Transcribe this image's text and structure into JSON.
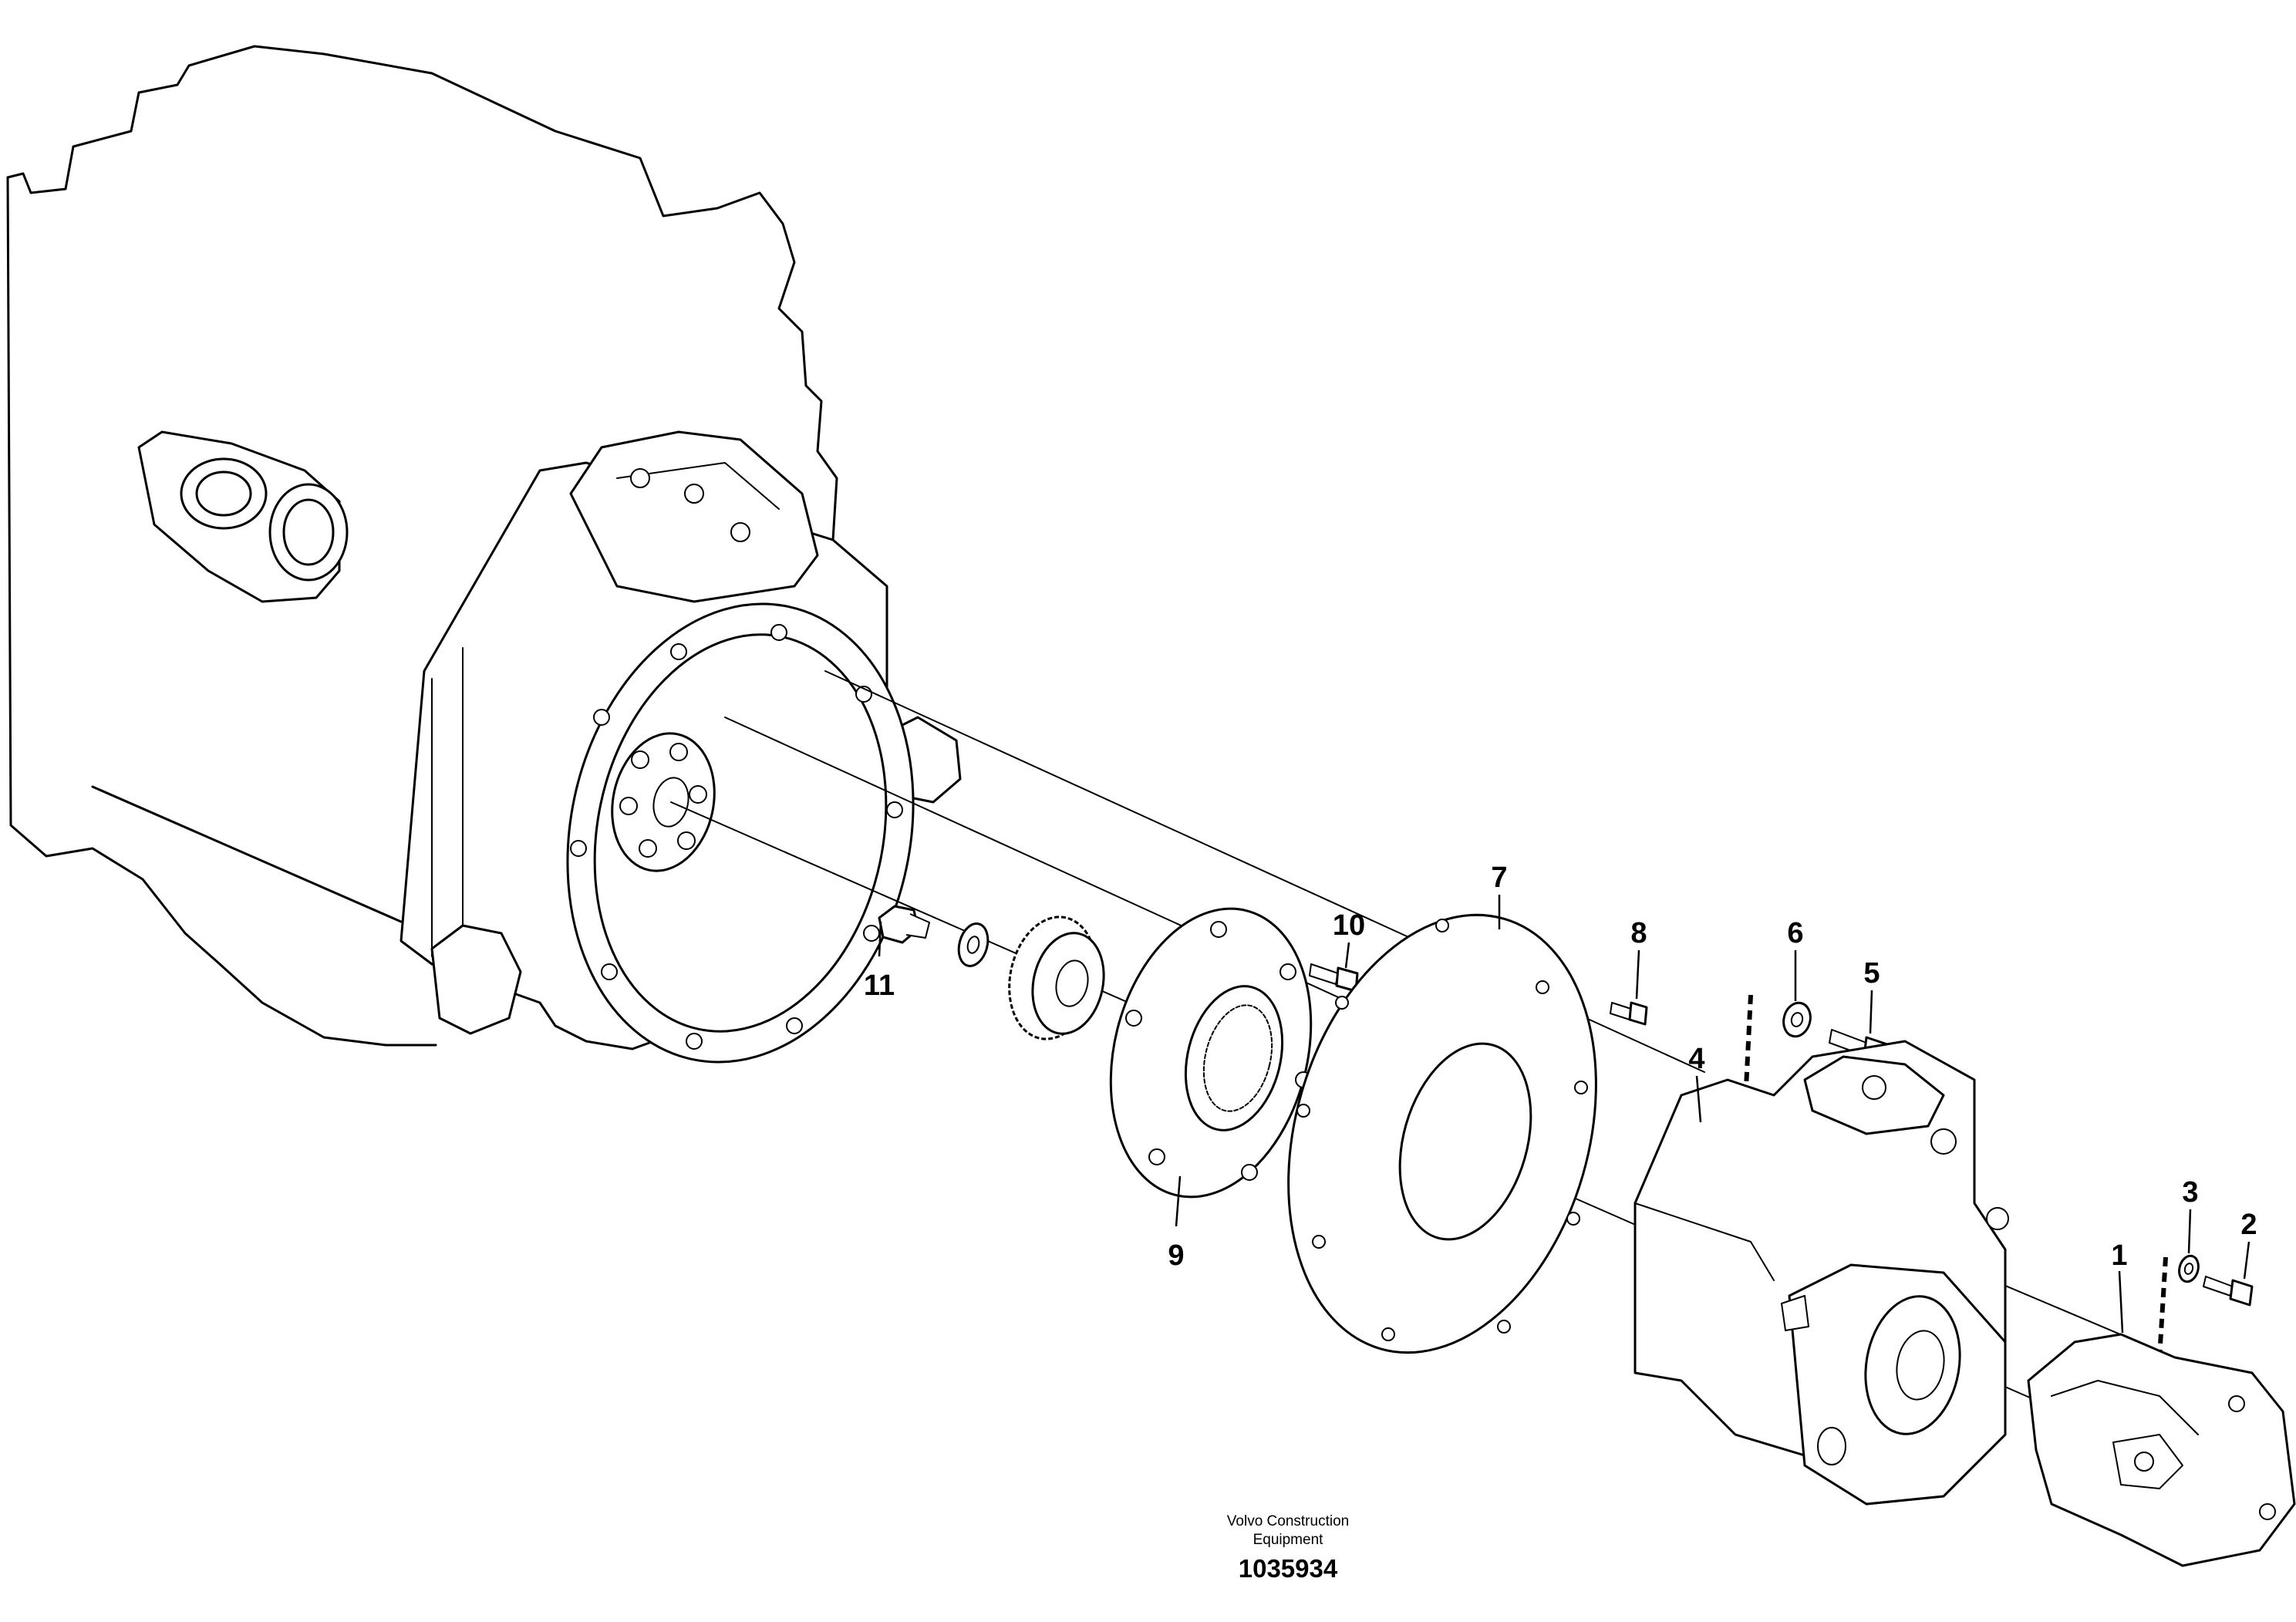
{
  "part_labels": {
    "p1": "1",
    "p2": "2",
    "p3": "3",
    "p4": "4",
    "p5": "5",
    "p6": "6",
    "p7": "7",
    "p8": "8",
    "p9": "9",
    "p10": "10",
    "p11": "11"
  },
  "footer": {
    "manufacturer_line1": "Volvo Construction",
    "manufacturer_line2": "Equipment",
    "drawing_number": "1035934"
  }
}
